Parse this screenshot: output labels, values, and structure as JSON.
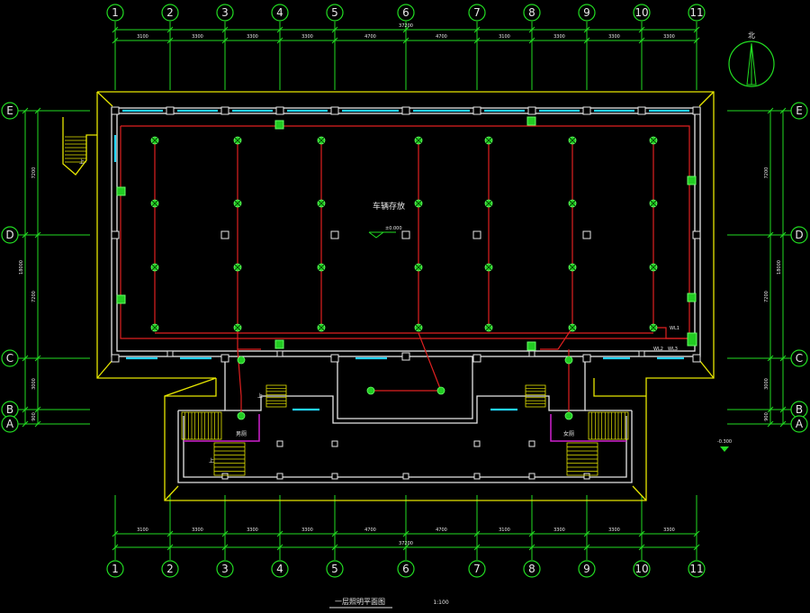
{
  "title": {
    "name": "一层照明平面图",
    "scale": "1:100"
  },
  "axes_top": [
    "1",
    "2",
    "3",
    "4",
    "5",
    "6",
    "7",
    "8",
    "9",
    "10",
    "11"
  ],
  "axes_bottom": [
    "1",
    "2",
    "3",
    "4",
    "5",
    "6",
    "7",
    "8",
    "9",
    "10",
    "11"
  ],
  "axes_left": [
    "E",
    "D",
    "C",
    "B",
    "A"
  ],
  "axes_right": [
    "E",
    "D",
    "C",
    "B",
    "A"
  ],
  "dims_top": [
    "3100",
    "3300",
    "3300",
    "3300",
    "4700",
    "4700",
    "3100",
    "3300",
    "3300",
    "3300"
  ],
  "dims_top_total": "37200",
  "dims_bottom": [
    "3100",
    "3300",
    "3300",
    "3300",
    "4700",
    "4700",
    "3100",
    "3300",
    "3300",
    "3300"
  ],
  "dims_bottom_total": "37200",
  "dims_left": [
    "7200",
    "7200",
    "3000",
    "900"
  ],
  "dims_left_total": "18000",
  "dims_right": [
    "7200",
    "7200",
    "3000",
    "900"
  ],
  "dims_right_total": "18000",
  "room": {
    "main_label": "车辆存放",
    "floor_level": "±0.000",
    "toilet_left": "男厕",
    "toilet_right": "女厕",
    "exterior_level": "-0.300"
  },
  "north_arrow": {
    "label": "北"
  },
  "stair": {
    "up_label": "上"
  },
  "fixture_tags": [
    "WL1",
    "WL2",
    "WL3"
  ],
  "colors": {
    "grid": "#22dd22",
    "wall": "#e6e6e6",
    "outline": "#e6e600",
    "wire": "#e02020",
    "window": "#22d4ff",
    "partition": "#d020d0"
  }
}
